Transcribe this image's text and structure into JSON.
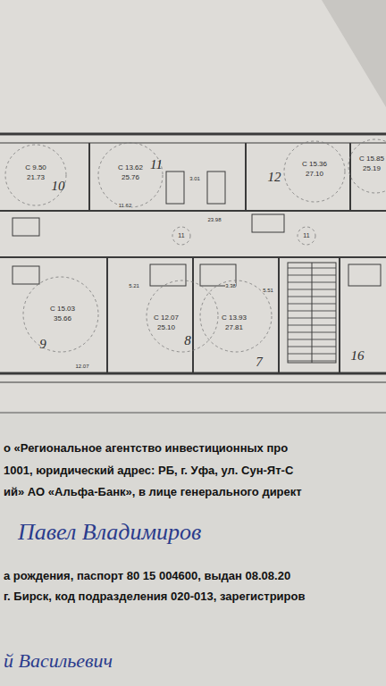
{
  "diagram": {
    "labels": [
      "10",
      "11",
      "12",
      "9",
      "8",
      "7",
      "16",
      "С 9.50",
      "21.73",
      "С 13.62",
      "25.76",
      "С 15.36",
      "27.10",
      "С 15.85",
      "25.19",
      "С 15.03",
      "35.66",
      "С 12.07",
      "25.10",
      "С 13.93",
      "27.81",
      "11",
      "11",
      "23.98",
      "11.62",
      "3.01",
      "5.21",
      "3.38",
      "5.51",
      "12.07",
      "о «Региональное агентство инвестиционных про",
      "1001, юридический адрес: РБ, г. Уфа, ул. Сун-Ят-С",
      "ий» АО «Альфа-Банк», в лице генерального директ",
      "Павел Владимиров",
      "а рождения, паспорт 80 15 004600, выдан 08.08.20",
      "г. Бирск, код подразделения 020-013, зарегистриров",
      "й Васильевич"
    ]
  }
}
